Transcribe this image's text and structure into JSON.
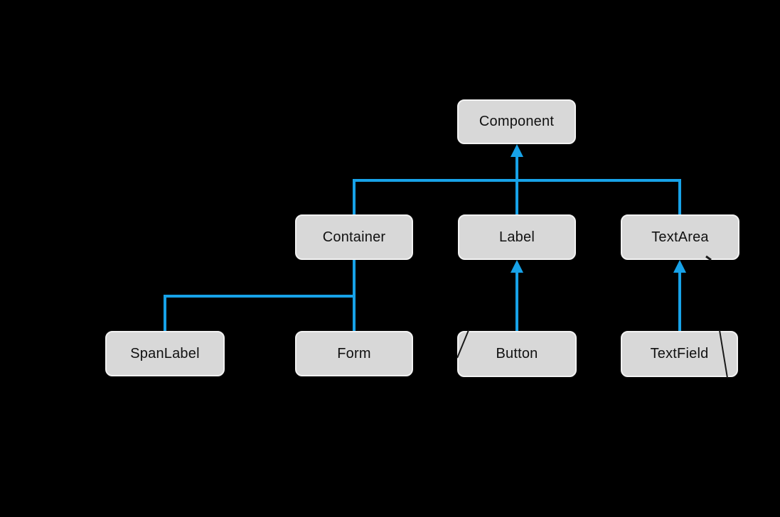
{
  "diagram": {
    "type": "class-hierarchy",
    "nodes": {
      "component": {
        "label": "Component"
      },
      "container": {
        "label": "Container"
      },
      "label_node": {
        "label": "Label"
      },
      "textarea": {
        "label": "TextArea"
      },
      "spanlabel": {
        "label": "SpanLabel"
      },
      "form": {
        "label": "Form"
      },
      "button": {
        "label": "Button"
      },
      "textfield": {
        "label": "TextField"
      }
    },
    "edges": [
      {
        "from": "Container",
        "to": "Component"
      },
      {
        "from": "Label",
        "to": "Component"
      },
      {
        "from": "TextArea",
        "to": "Component"
      },
      {
        "from": "SpanLabel",
        "to": "Container"
      },
      {
        "from": "Form",
        "to": "Container"
      },
      {
        "from": "Button",
        "to": "Label"
      },
      {
        "from": "TextField",
        "to": "TextArea"
      }
    ],
    "colors": {
      "background": "#000000",
      "connector": "#17A2E8",
      "node_fill": "#D8D8D8",
      "node_border": "#F2F2F2",
      "node_text": "#111111",
      "fragment_stroke": "#1A1A1A"
    }
  }
}
